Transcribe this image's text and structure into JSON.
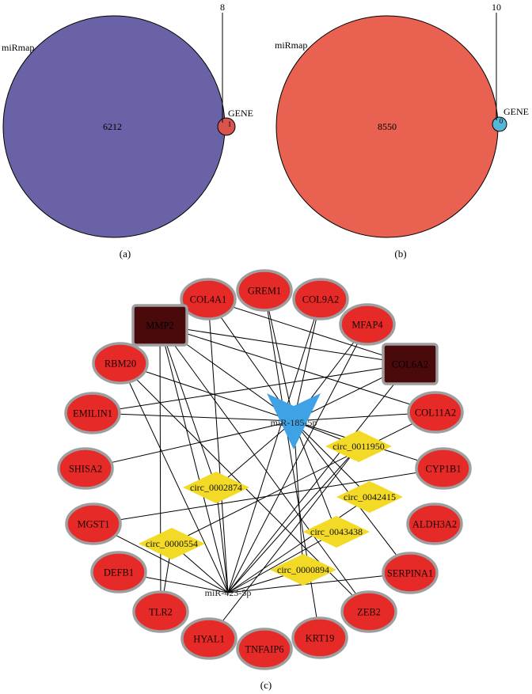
{
  "panel_a": {
    "label": "(a)",
    "big_set_label": "miRmap",
    "big_count": "6212",
    "small_set_label": "GENE",
    "overlap_count": "8",
    "small_only_count": "1",
    "big_color": "#6A62A6",
    "small_color": "#D9534F"
  },
  "panel_b": {
    "label": "(b)",
    "big_set_label": "miRmap",
    "big_count": "8550",
    "small_set_label": "GENE",
    "overlap_count": "10",
    "small_only_count": "0",
    "big_color": "#E96150",
    "small_color": "#55B6D6"
  },
  "panel_c": {
    "label": "(c)",
    "colors": {
      "gene": "#E52A27",
      "gene_border": "#9E9E9E",
      "hub_gene": "#4A0A0C",
      "circ": "#F3DA26",
      "mirna": "#3EA2E4",
      "edge": "#000000"
    },
    "mirnas": [
      "miR-185-5p",
      "miR-423-5p"
    ],
    "hub_genes": [
      "MMP2",
      "COL6A2"
    ],
    "genes": [
      "COL4A1",
      "GREM1",
      "COL9A2",
      "MFAP4",
      "RBM20",
      "COL11A2",
      "EMILIN1",
      "CYP1B1",
      "SHISA2",
      "ALDH3A2",
      "MGST1",
      "SERPINA1",
      "DEFB1",
      "ZEB2",
      "TLR2",
      "KRT19",
      "HYAL1",
      "TNFAIP6"
    ],
    "circrnas": [
      "circ_0011950",
      "circ_0002874",
      "circ_0042415",
      "circ_0043438",
      "circ_0000554",
      "circ_0000894"
    ]
  }
}
